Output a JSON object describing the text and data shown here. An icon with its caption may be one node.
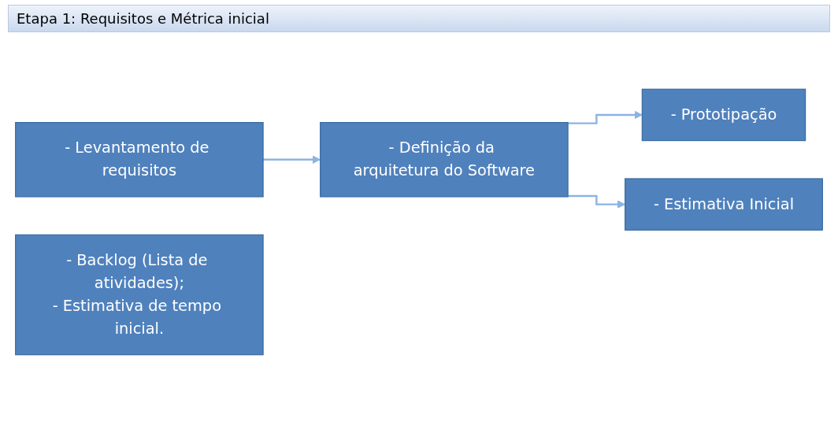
{
  "diagram": {
    "title": "Etapa 1: Requisitos e Métrica inicial",
    "nodes": [
      {
        "text": [
          "- Levantamento de requisitos"
        ]
      },
      {
        "text": [
          "- Definição da arquitetura do Software"
        ]
      },
      {
        "text": [
          "- Prototipação"
        ]
      },
      {
        "text": [
          "- Estimativa Inicial"
        ]
      },
      {
        "text": [
          "- Backlog (Lista de atividades);",
          "- Estimativa de tempo inicial."
        ]
      }
    ],
    "edges": [
      {
        "from": 0,
        "to": 1,
        "arrow": "to"
      },
      {
        "from": 1,
        "to": 2,
        "arrow": "to"
      },
      {
        "from": 1,
        "to": 3,
        "arrow": "to"
      }
    ]
  }
}
